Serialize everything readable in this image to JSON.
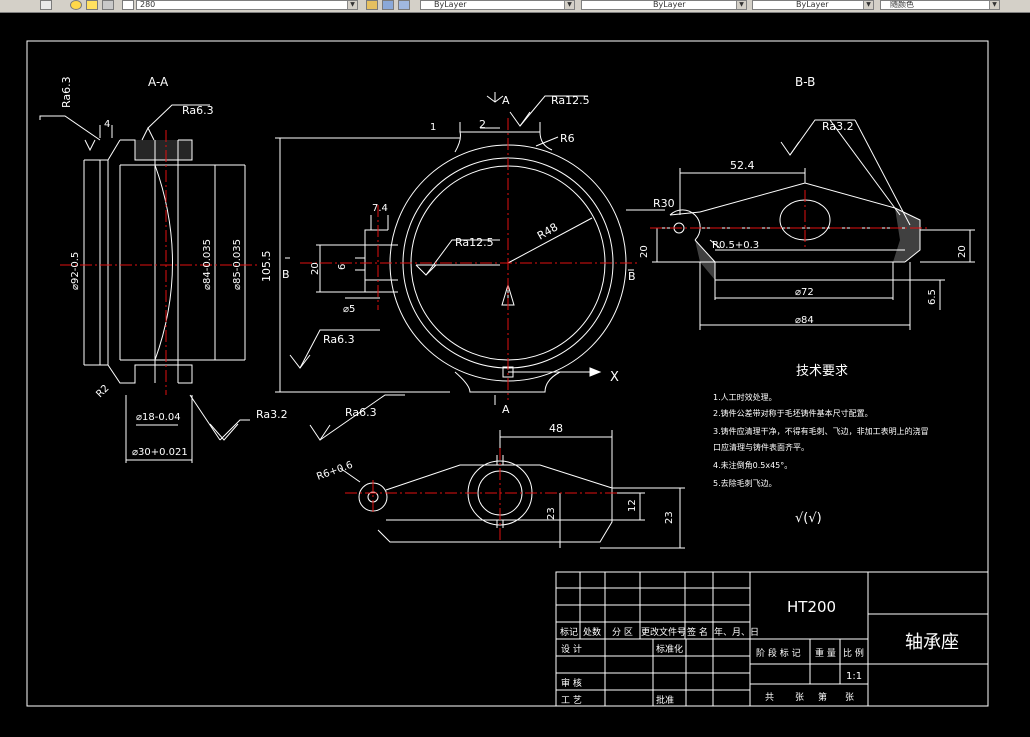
{
  "toolbar": {
    "layer_value": "280",
    "color_value": "ByLayer",
    "linetype_value": "ByLayer",
    "lineweight_value": "ByLayer",
    "plotstyle_value": "随颜色"
  },
  "drawing": {
    "view_labels": {
      "aa": "A-A",
      "bb": "B-B",
      "a_top": "A",
      "a_bottom": "A",
      "b_left": "B",
      "b_right": "B",
      "x_axis": "X"
    },
    "roughness": {
      "r1": "Ra6.3",
      "r2": "Ra6.3",
      "r3": "Ra12.5",
      "r4": "Ra12.5",
      "r5": "Ra3.2",
      "r6": "Ra6.3",
      "r7": "Ra3.2",
      "r8": "Ra6.3"
    },
    "dims": {
      "d4": "4",
      "d2": "2",
      "dtop1": "1",
      "r6": "R6",
      "d105": "105.5",
      "d74": "7.4",
      "d20a": "20",
      "d6": "6",
      "dphi5": "⌀5",
      "r48": "R48",
      "r2": "R2",
      "phi92": "⌀92-0.5",
      "phi84": "⌀84-0.035",
      "phi85": "⌀85-0.035",
      "phi18": "⌀18-0.04",
      "phi30": "⌀30+0.021",
      "d524": "52.4",
      "r30": "R30",
      "r05": "R0.5+0.3",
      "d20b": "20",
      "d20c": "20",
      "phi72": "⌀72",
      "phi84b": "⌀84",
      "d65": "6.5",
      "d48": "48",
      "r6b": "R6+0.6",
      "d23a": "23",
      "d12": "12",
      "d23b": "23"
    }
  },
  "tech": {
    "title": "技术要求",
    "items": [
      "1.人工时效处理。",
      "2.铸件公差带对称于毛坯铸件基本尺寸配置。",
      "3.铸件应清理干净，不得有毛刺、飞边，非加工表明上的浇冒",
      "口应清理与铸件表面齐平。",
      "4.未注倒角0.5x45°。",
      "5.去除毛刺飞边。"
    ],
    "symbol": "√(√)"
  },
  "title_block": {
    "material": "HT200",
    "part_name": "轴承座",
    "headers": [
      "标记",
      "处数",
      "分 区",
      "更改文件号",
      "签 名",
      "年、月、日"
    ],
    "rows": [
      "设 计",
      "审 核",
      "工 艺"
    ],
    "std": "标准化",
    "approve": "批准",
    "stage_labels": [
      "阶 段 标 记",
      "重 量",
      "比 例"
    ],
    "scale": "1:1",
    "sheet": [
      "共",
      "张",
      "第",
      "张"
    ]
  }
}
